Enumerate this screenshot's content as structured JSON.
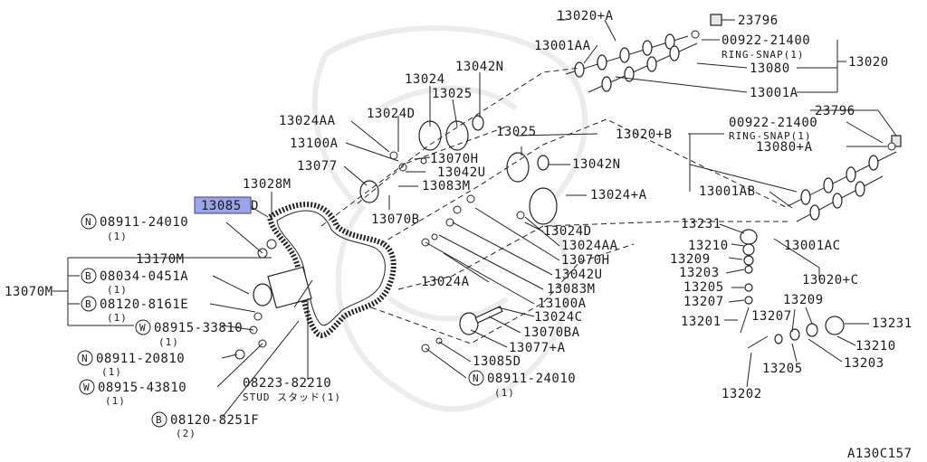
{
  "diagram": {
    "ref_code": "A130C157",
    "highlighted_part": "13085D",
    "labels": {
      "p13020A": "13020+A",
      "p23796a": "23796",
      "p13001AA": "13001AA",
      "p00922a": "00922-21400",
      "pRingSnapA": "RING-SNAP(1)",
      "p13080": "13080",
      "p13020": "13020",
      "p13024": "13024",
      "p13042N_top": "13042N",
      "p13025_top": "13025",
      "p13001A": "13001A",
      "p23796b": "23796",
      "p13024AA_top": "13024AA",
      "p13024D_top": "13024D",
      "p00922b": "00922-21400",
      "p13020B": "13020+B",
      "pRingSnapB": "RING-SNAP(1)",
      "p13100A_top": "13100A",
      "p13070H_top": "13070H",
      "p13080A": "13080+A",
      "p13025_mid": "13025",
      "p13042U_top": "13042U",
      "p13077": "13077",
      "p13042N_mid": "13042N",
      "p13083M_top": "13083M",
      "p13028M": "13028M",
      "p13001AB": "13001AB",
      "p13024A_plus": "13024+A",
      "p13085D_hl": "13085",
      "p13085D_hl_tail": "D",
      "p13070B": "13070B",
      "p13024D_mid": "13024D",
      "p08911_24010_top": "08911-24010",
      "p08911_24010_top_q": "(1)",
      "p13231_top": "13231",
      "p13024AA_mid": "13024AA",
      "p13210_top": "13210",
      "p13170M": "13170M",
      "p13070H_mid": "13070H",
      "p13001AC": "13001AC",
      "p13209_top": "13209",
      "p08034": "08034-0451A",
      "p08034_q": "(1)",
      "p13042U_mid": "13042U",
      "p13203_top": "13203",
      "p13020C": "13020+C",
      "p13070M": "13070M",
      "p13024A": "13024A",
      "p13083M_mid": "13083M",
      "p13205_top": "13205",
      "p08120_8161E": "08120-8161E",
      "p08120_8161E_q": "(1)",
      "p13100A_mid": "13100A",
      "p13207_top": "13207",
      "p13209_right": "13209",
      "p13024C": "13024C",
      "p13207_mid": "13207",
      "p13201": "13201",
      "p13231_right": "13231",
      "p08915_33810": "08915-33810",
      "p08915_33810_q": "(1)",
      "p13070BA": "13070BA",
      "p13077A": "13077+A",
      "p13210_right": "13210",
      "p08911_20810": "08911-20810",
      "p08911_20810_q": "(1)",
      "p13085D_low": "13085D",
      "p13205_low": "13205",
      "p13203_low": "13203",
      "p08911_24010_low": "08911-24010",
      "p08911_24010_low_q": "(1)",
      "p08915_43810": "08915-43810",
      "p08915_43810_q": "(1)",
      "p08223": "08223-82210",
      "pStud": "STUD スタッド(1)",
      "p13202": "13202",
      "p08120_8251F": "08120-8251F",
      "p08120_8251F_q": "(2)"
    },
    "prefix_letters": {
      "n": "N",
      "b": "B",
      "w": "W"
    }
  }
}
